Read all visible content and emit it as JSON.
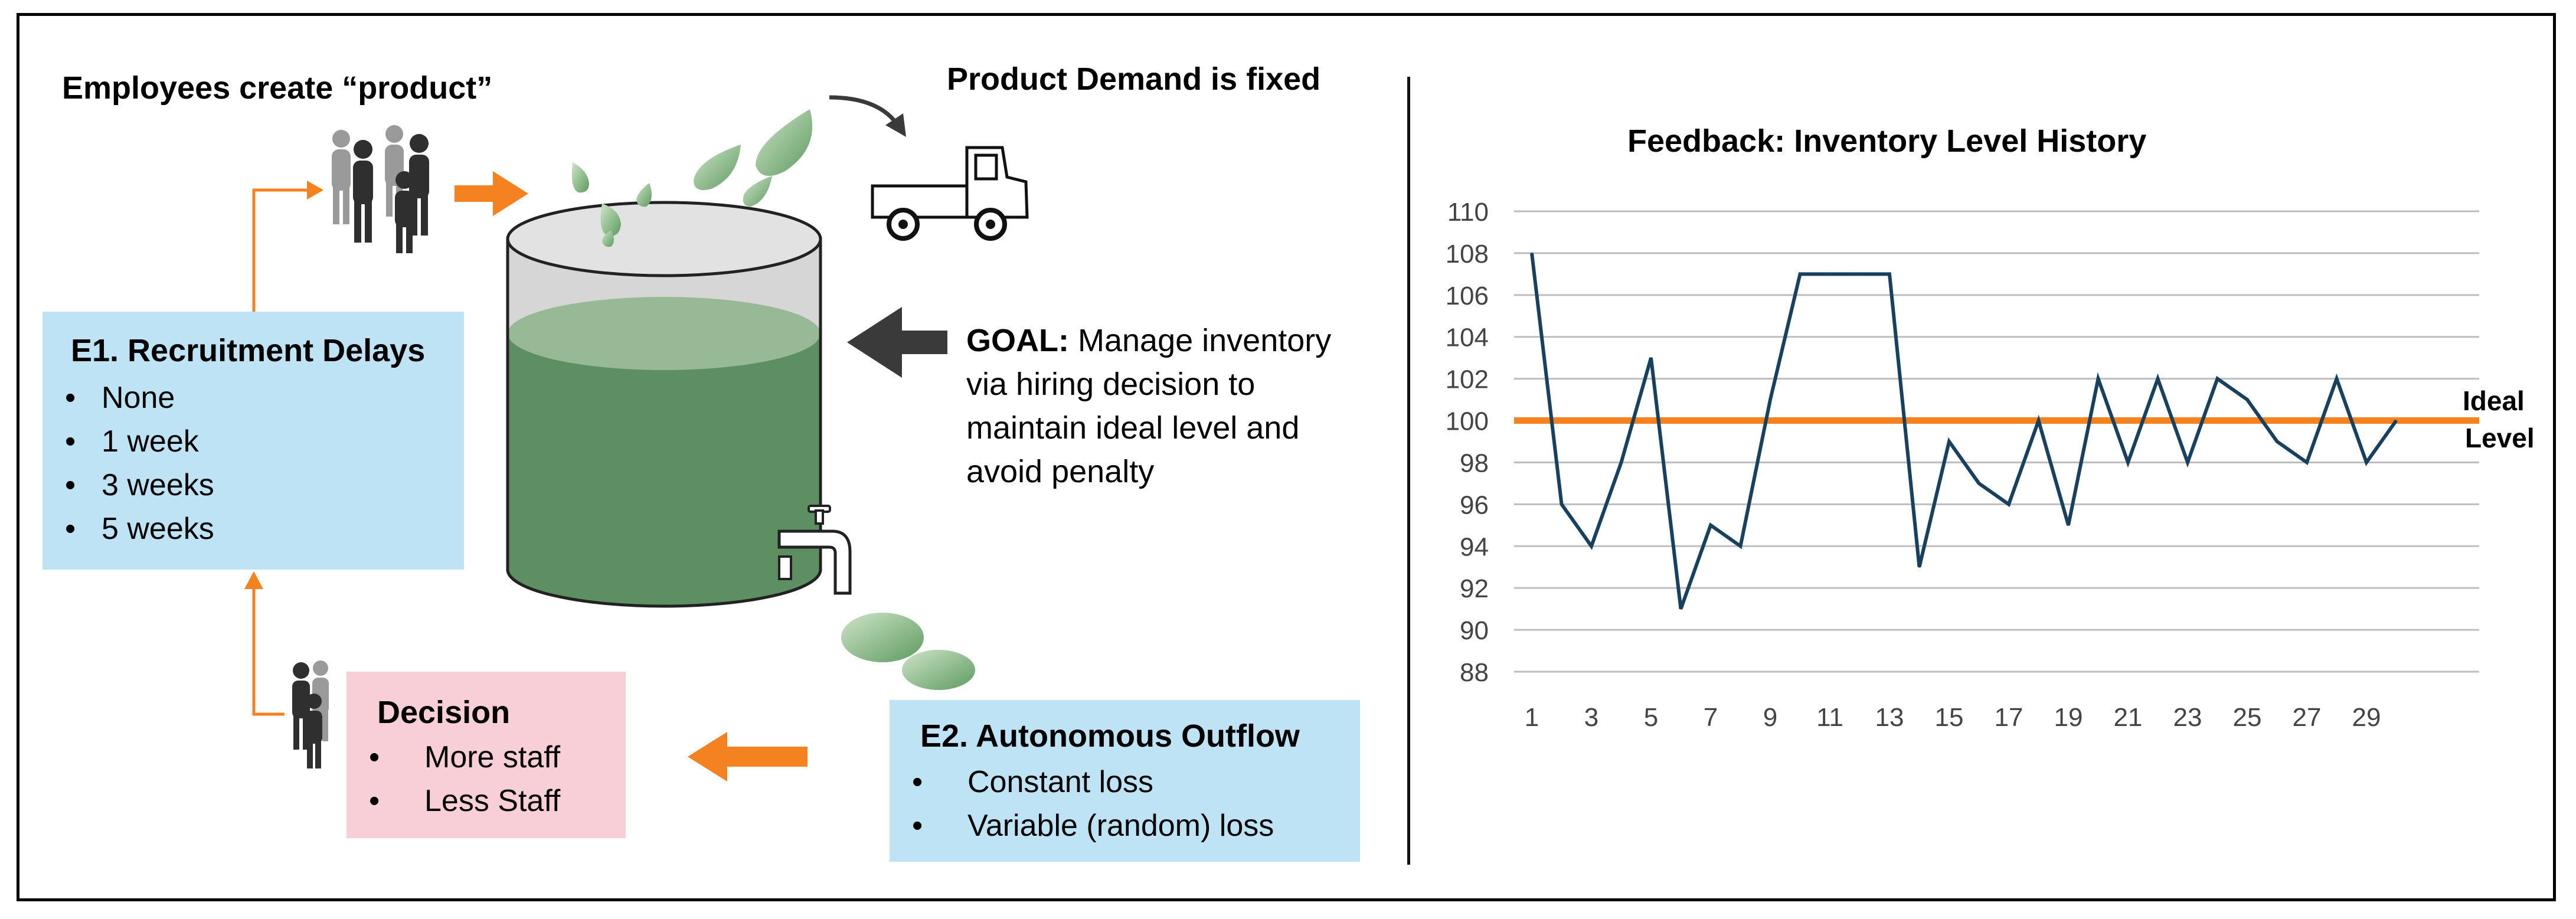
{
  "diagram": {
    "employees_label": "Employees create “product”",
    "demand_label": "Product Demand is fixed",
    "goal": {
      "bold": "GOAL:",
      "line1": " Manage inventory",
      "line2": "via hiring decision to",
      "line3": "maintain ideal level and",
      "line4": "avoid penalty"
    },
    "e1": {
      "title": "E1. Recruitment Delays",
      "items": [
        "None",
        "1 week",
        "3 weeks",
        "5 weeks"
      ]
    },
    "decision": {
      "title": "Decision",
      "items": [
        "More staff",
        "Less Staff"
      ]
    },
    "e2": {
      "title": "E2. Autonomous Outflow",
      "items": [
        "Constant loss",
        "Variable (random) loss"
      ]
    },
    "colors": {
      "accent_orange": "#f58220",
      "water_green": "#5e8f62",
      "box_blue": "#bde3f4",
      "box_pink": "#f8cfd6",
      "line_navy": "#17415f"
    },
    "icons": [
      "people-icon",
      "water-drop-icon",
      "truck-icon",
      "water-tank-icon",
      "faucet-icon",
      "arrow-icon"
    ]
  },
  "chart_data": {
    "type": "line",
    "title": "Feedback: Inventory Level History",
    "x": [
      1,
      2,
      3,
      4,
      5,
      6,
      7,
      8,
      9,
      10,
      11,
      12,
      13,
      14,
      15,
      16,
      17,
      18,
      19,
      20,
      21,
      22,
      23,
      24,
      25,
      26,
      27,
      28,
      29,
      30
    ],
    "x_tick_labels": [
      "1",
      "3",
      "5",
      "7",
      "9",
      "11",
      "13",
      "15",
      "17",
      "19",
      "21",
      "23",
      "25",
      "27",
      "29"
    ],
    "series": [
      {
        "values": [
          108,
          96,
          94,
          98,
          103,
          91,
          95,
          94,
          101,
          107,
          107,
          107,
          107,
          93,
          99,
          97,
          96,
          100,
          95,
          102,
          98,
          102,
          98,
          102,
          101,
          99,
          98,
          102,
          98,
          100
        ]
      }
    ],
    "reference_line": {
      "value": 100,
      "label_line1": "Ideal",
      "label_line2": "Level"
    },
    "ylim": [
      88,
      110
    ],
    "y_ticks": [
      88,
      90,
      92,
      94,
      96,
      98,
      100,
      102,
      104,
      106,
      108,
      110
    ],
    "grid": true
  }
}
